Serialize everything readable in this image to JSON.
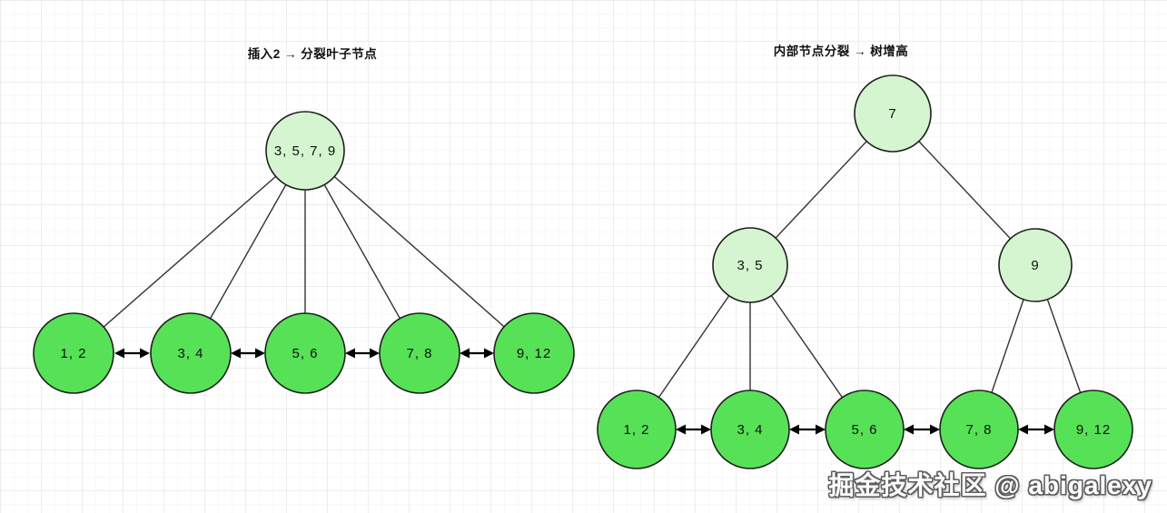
{
  "trees": {
    "left": {
      "title": "插入2 → 分裂叶子节点",
      "root": {
        "label": "3, 5, 7, 9"
      },
      "leaves": [
        {
          "label": "1, 2"
        },
        {
          "label": "3, 4"
        },
        {
          "label": "5, 6"
        },
        {
          "label": "7, 8"
        },
        {
          "label": "9, 12"
        }
      ]
    },
    "right": {
      "title": "内部节点分裂 → 树增高",
      "root": {
        "label": "7"
      },
      "internal": [
        {
          "label": "3, 5"
        },
        {
          "label": "9"
        }
      ],
      "leaves": [
        {
          "label": "1, 2"
        },
        {
          "label": "3, 4"
        },
        {
          "label": "5, 6"
        },
        {
          "label": "7, 8"
        },
        {
          "label": "9, 12"
        }
      ]
    }
  },
  "colors": {
    "internal_fill": "#d4f5cf",
    "leaf_fill": "#57e157",
    "node_stroke": "#1f1f1f",
    "edge": "#333333",
    "arrow": "#000000"
  },
  "watermark": "掘金技术社区 @ abigalexy"
}
